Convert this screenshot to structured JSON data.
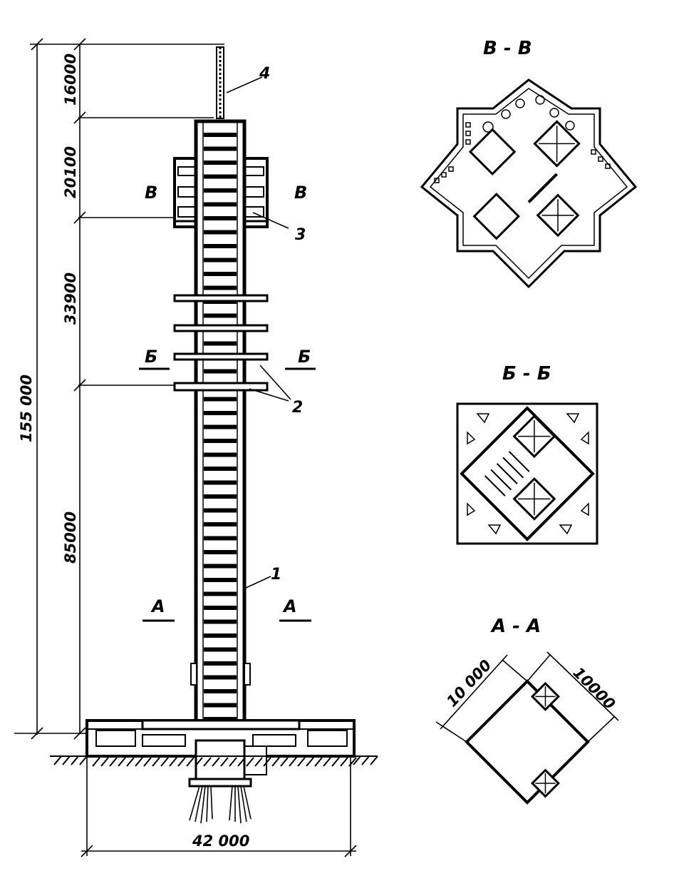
{
  "elevation": {
    "dimensions": {
      "total_height": "155 000",
      "segment_top_mast": "16000",
      "segment_upper_block": "20100",
      "segment_middle": "33900",
      "segment_lower_shaft": "85000",
      "base_width": "42 000"
    },
    "section_marks": {
      "v_left": "В",
      "v_right": "В",
      "b_left": "Б",
      "b_right": "Б",
      "a_left": "А",
      "a_right": "А"
    },
    "callouts": {
      "c1": "1",
      "c2": "2",
      "c3": "3",
      "c4": "4"
    }
  },
  "sections": {
    "v_v": {
      "title": "В - В"
    },
    "b_b": {
      "title": "Б - Б"
    },
    "a_a": {
      "title": "А - А",
      "dim_left": "10 000",
      "dim_right": "10000"
    }
  }
}
